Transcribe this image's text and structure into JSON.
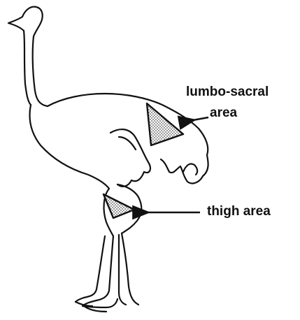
{
  "labels": {
    "lumbo_line1": "lumbo-sacral",
    "lumbo_line2": "area",
    "thigh": "thigh area"
  },
  "colors": {
    "ink": "#111111",
    "stipple": "#9a9a9a",
    "background": "#ffffff"
  },
  "icons": {
    "bird": "ostrich-outline",
    "arrow": "arrow-left"
  }
}
